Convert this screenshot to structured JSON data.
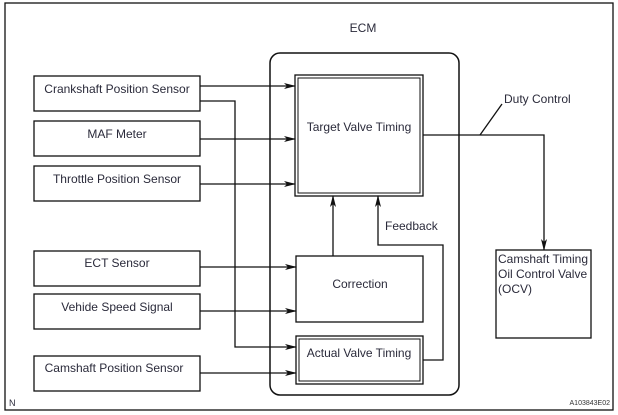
{
  "diagram": {
    "ecm_label": "ECM",
    "inputs": [
      {
        "id": "crankshaft",
        "label": "Crankshaft Position Sensor"
      },
      {
        "id": "maf",
        "label": "MAF Meter"
      },
      {
        "id": "throttle",
        "label": "Throttle Position Sensor"
      },
      {
        "id": "ect",
        "label": "ECT Sensor"
      },
      {
        "id": "vehicle-speed",
        "label": "Vehide Speed Signal"
      },
      {
        "id": "camshaft",
        "label": "Camshaft Position Sensor"
      }
    ],
    "ecm_blocks": {
      "target": "Target Valve Timing",
      "correction": "Correction",
      "actual": "Actual Valve Timing"
    },
    "feedback_label": "Feedback",
    "duty_control_label": "Duty Control",
    "output": {
      "lines": [
        "Camshaft Timing",
        "Oil Control Valve",
        "(OCV)"
      ]
    },
    "corner_mark": "N",
    "figure_code": "A103843E02"
  }
}
